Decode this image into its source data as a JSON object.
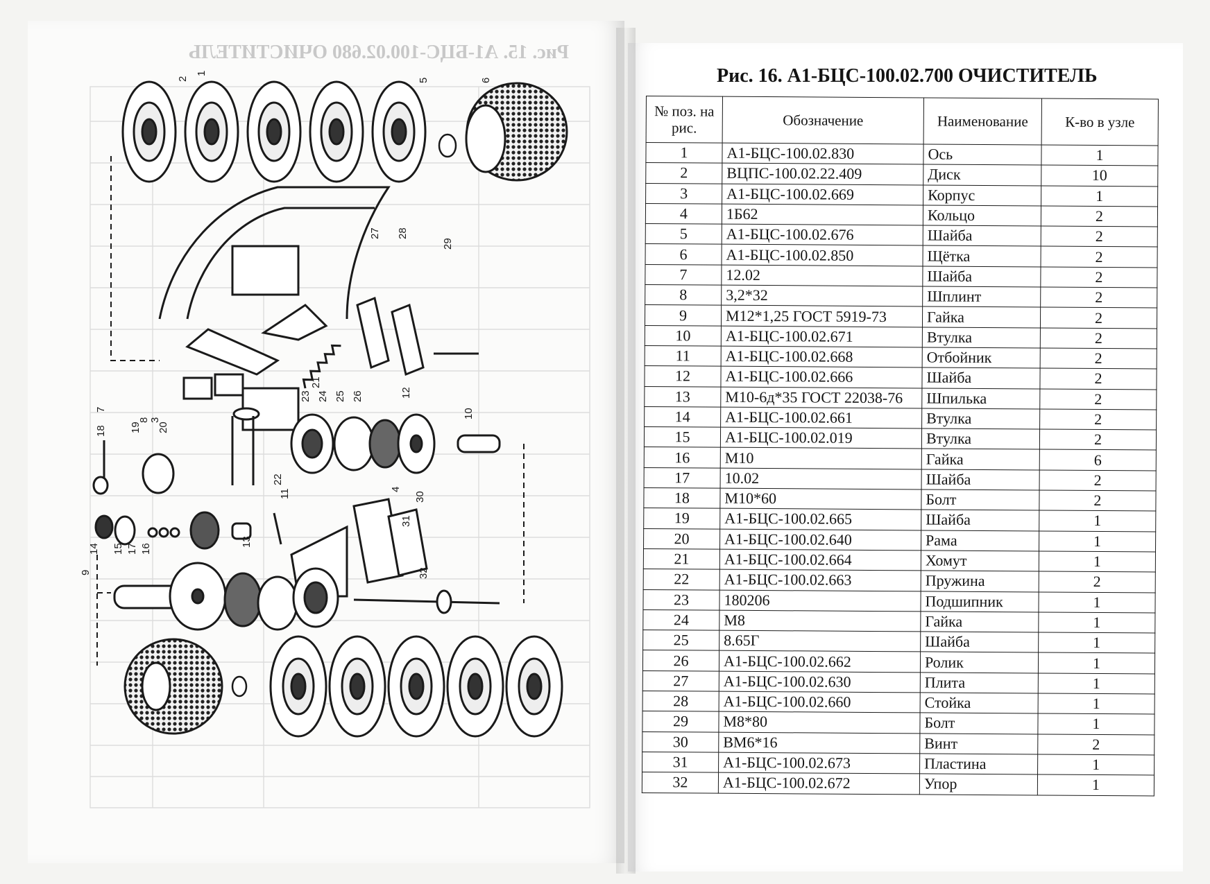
{
  "left_page": {
    "mirrored_title": "Рис. 15. А1-БЦС-100.02.680 ОЧИСТИТЕЛЬ",
    "callouts": [
      "1",
      "2",
      "3",
      "4",
      "5",
      "6",
      "7",
      "8",
      "9",
      "10",
      "11",
      "12",
      "13",
      "14",
      "15",
      "16",
      "17",
      "18",
      "19",
      "20",
      "21",
      "22",
      "23",
      "24",
      "25",
      "26",
      "27",
      "28",
      "29",
      "30",
      "31",
      "32"
    ]
  },
  "right_page": {
    "title": "Рис. 16. А1-БЦС-100.02.700 ОЧИСТИТЕЛЬ",
    "table": {
      "headers": [
        "№ поз. на рис.",
        "Обозначение",
        "Наименование",
        "К-во в узле"
      ],
      "rows": [
        [
          "1",
          "А1-БЦС-100.02.830",
          "Ось",
          "1"
        ],
        [
          "2",
          "ВЦПС-100.02.22.409",
          "Диск",
          "10"
        ],
        [
          "3",
          "А1-БЦС-100.02.669",
          "Корпус",
          "1"
        ],
        [
          "4",
          "1Б62",
          "Кольцо",
          "2"
        ],
        [
          "5",
          "А1-БЦС-100.02.676",
          "Шайба",
          "2"
        ],
        [
          "6",
          "А1-БЦС-100.02.850",
          "Щётка",
          "2"
        ],
        [
          "7",
          "12.02",
          "Шайба",
          "2"
        ],
        [
          "8",
          "3,2*32",
          "Шплинт",
          "2"
        ],
        [
          "9",
          "М12*1,25 ГОСТ 5919-73",
          "Гайка",
          "2"
        ],
        [
          "10",
          "А1-БЦС-100.02.671",
          "Втулка",
          "2"
        ],
        [
          "11",
          "А1-БЦС-100.02.668",
          "Отбойник",
          "2"
        ],
        [
          "12",
          "А1-БЦС-100.02.666",
          "Шайба",
          "2"
        ],
        [
          "13",
          "М10-6д*35 ГОСТ 22038-76",
          "Шпилька",
          "2"
        ],
        [
          "14",
          "А1-БЦС-100.02.661",
          "Втулка",
          "2"
        ],
        [
          "15",
          "А1-БЦС-100.02.019",
          "Втулка",
          "2"
        ],
        [
          "16",
          "М10",
          "Гайка",
          "6"
        ],
        [
          "17",
          "10.02",
          "Шайба",
          "2"
        ],
        [
          "18",
          "М10*60",
          "Болт",
          "2"
        ],
        [
          "19",
          "А1-БЦС-100.02.665",
          "Шайба",
          "1"
        ],
        [
          "20",
          "А1-БЦС-100.02.640",
          "Рама",
          "1"
        ],
        [
          "21",
          "А1-БЦС-100.02.664",
          "Хомут",
          "1"
        ],
        [
          "22",
          "А1-БЦС-100.02.663",
          "Пружина",
          "2"
        ],
        [
          "23",
          "180206",
          "Подшипник",
          "1"
        ],
        [
          "24",
          "М8",
          "Гайка",
          "1"
        ],
        [
          "25",
          "8.65Г",
          "Шайба",
          "1"
        ],
        [
          "26",
          "А1-БЦС-100.02.662",
          "Ролик",
          "1"
        ],
        [
          "27",
          "А1-БЦС-100.02.630",
          "Плита",
          "1"
        ],
        [
          "28",
          "А1-БЦС-100.02.660",
          "Стойка",
          "1"
        ],
        [
          "29",
          "М8*80",
          "Болт",
          "1"
        ],
        [
          "30",
          "ВМ6*16",
          "Винт",
          "2"
        ],
        [
          "31",
          "А1-БЦС-100.02.673",
          "Пластина",
          "1"
        ],
        [
          "32",
          "А1-БЦС-100.02.672",
          "Упор",
          "1"
        ]
      ]
    }
  }
}
